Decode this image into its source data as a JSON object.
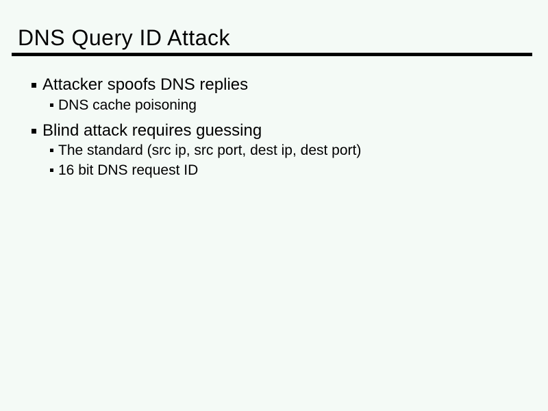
{
  "slide": {
    "title": "DNS Query ID Attack",
    "bullets": [
      {
        "level": 1,
        "text": "Attacker spoofs DNS replies"
      },
      {
        "level": 2,
        "text": "DNS cache poisoning"
      },
      {
        "level": 1,
        "text": "Blind attack requires guessing"
      },
      {
        "level": 2,
        "text": "The standard (src ip, src port, dest ip, dest port)"
      },
      {
        "level": 2,
        "text": "16 bit DNS request ID"
      }
    ],
    "colors": {
      "background": "#f4faf6",
      "text": "#000000",
      "rule": "#000000",
      "bullet": "#000000"
    }
  }
}
